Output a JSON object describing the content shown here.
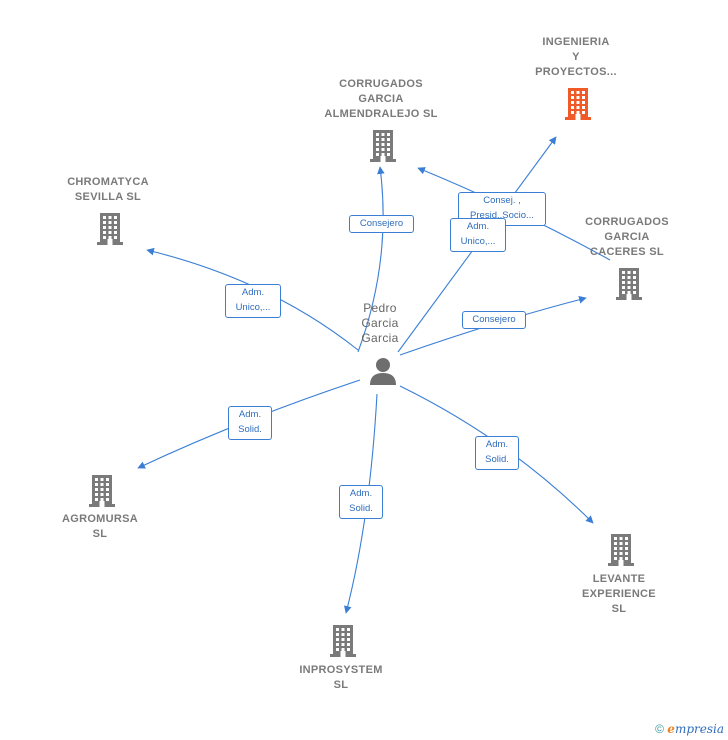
{
  "center": {
    "name_lines": [
      "Pedro",
      "Garcia",
      "Garcia"
    ],
    "icon": "person-icon"
  },
  "companies": [
    {
      "id": "corrugados-almendralejo",
      "lines": [
        "CORRUGADOS",
        "GARCIA",
        "ALMENDRALEJO SL"
      ],
      "color": "#7a7a7a"
    },
    {
      "id": "ingenieria",
      "lines": [
        "INGENIERIA",
        "Y",
        "PROYECTOS..."
      ],
      "color": "#f05a28"
    },
    {
      "id": "chromatyca",
      "lines": [
        "CHROMATYCA",
        "SEVILLA  SL"
      ],
      "color": "#7a7a7a"
    },
    {
      "id": "corrugados-caceres",
      "lines": [
        "CORRUGADOS",
        "GARCIA",
        "CACERES  SL"
      ],
      "color": "#7a7a7a"
    },
    {
      "id": "agromursa",
      "lines": [
        "AGROMURSA",
        "SL"
      ],
      "color": "#7a7a7a"
    },
    {
      "id": "levante",
      "lines": [
        "LEVANTE",
        "EXPERIENCE",
        "SL"
      ],
      "color": "#7a7a7a"
    },
    {
      "id": "inprosystem",
      "lines": [
        "INPROSYSTEM",
        "SL"
      ],
      "color": "#7a7a7a"
    }
  ],
  "edges": [
    {
      "id": "e-almendralejo",
      "label_lines": [
        "Consejero"
      ]
    },
    {
      "id": "e-caceres-almendralejo",
      "label_lines": [
        "Consej. ,",
        "Presid.,Socio..."
      ]
    },
    {
      "id": "e-ingenieria",
      "label_lines": [
        "Adm.",
        "Unico,..."
      ]
    },
    {
      "id": "e-chromatyca",
      "label_lines": [
        "Adm.",
        "Unico,..."
      ]
    },
    {
      "id": "e-caceres",
      "label_lines": [
        "Consejero"
      ]
    },
    {
      "id": "e-agromursa",
      "label_lines": [
        "Adm.",
        "Solid."
      ]
    },
    {
      "id": "e-levante",
      "label_lines": [
        "Adm.",
        "Solid."
      ]
    },
    {
      "id": "e-inprosystem",
      "label_lines": [
        "Adm.",
        "Solid."
      ]
    }
  ],
  "colors": {
    "edge": "#3a7fd5",
    "building": "#7a7a7a",
    "highlight": "#f05a28"
  },
  "footer": {
    "copyright": "©",
    "brand_first": "e",
    "brand_rest": "mpresia"
  }
}
